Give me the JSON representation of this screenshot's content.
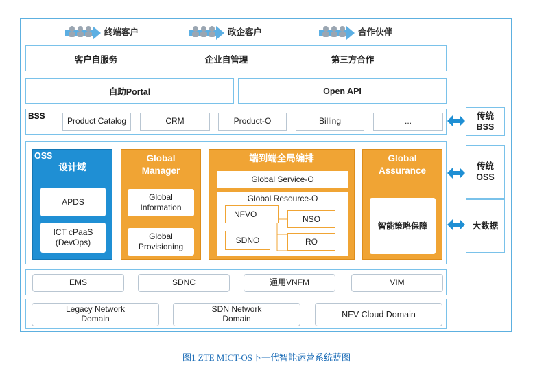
{
  "users": [
    {
      "label": "终端客户"
    },
    {
      "label": "政企客户"
    },
    {
      "label": "合作伙伴"
    }
  ],
  "self_service_row": [
    "客户自服务",
    "企业自管理",
    "第三方合作"
  ],
  "portal_row": {
    "left": "自助Portal",
    "right": "Open API"
  },
  "bss": {
    "title": "BSS",
    "items": [
      "Product Catalog",
      "CRM",
      "Product-O",
      "Billing",
      "..."
    ]
  },
  "oss": {
    "title": "OSS",
    "design_domain": {
      "title": "设计域",
      "items": [
        "APDS",
        "ICT cPaaS\n(DevOps)"
      ]
    },
    "global_manager": {
      "title": "Global\nManager",
      "items": [
        "Global\nInformation",
        "Global\nProvisioning"
      ]
    },
    "e2e": {
      "title": "端到端全局编排",
      "service_o": "Global Service-O",
      "resource_o": {
        "title": "Global Resource-O",
        "items": [
          "NFVO",
          "NSO",
          "SDNO",
          "RO"
        ]
      }
    },
    "assurance": {
      "title": "Global\nAssurance",
      "item": "智能策略保障"
    }
  },
  "mano_row": [
    "EMS",
    "SDNC",
    "通用VNFM",
    "VIM"
  ],
  "domain_row": [
    "Legacy Network\nDomain",
    "SDN Network\nDomain",
    "NFV Cloud Domain"
  ],
  "side": [
    "传统\nBSS",
    "传统\nOSS",
    "大数据"
  ],
  "caption": "图1  ZTE MICT-OS下一代智能运营系统蓝图",
  "colors": {
    "blue": "#1f8fd4",
    "orange": "#f0a434",
    "frame": "#5db0e0",
    "caption": "#1f6fb8"
  },
  "icons": [
    "users-icon",
    "double-arrow-icon"
  ]
}
